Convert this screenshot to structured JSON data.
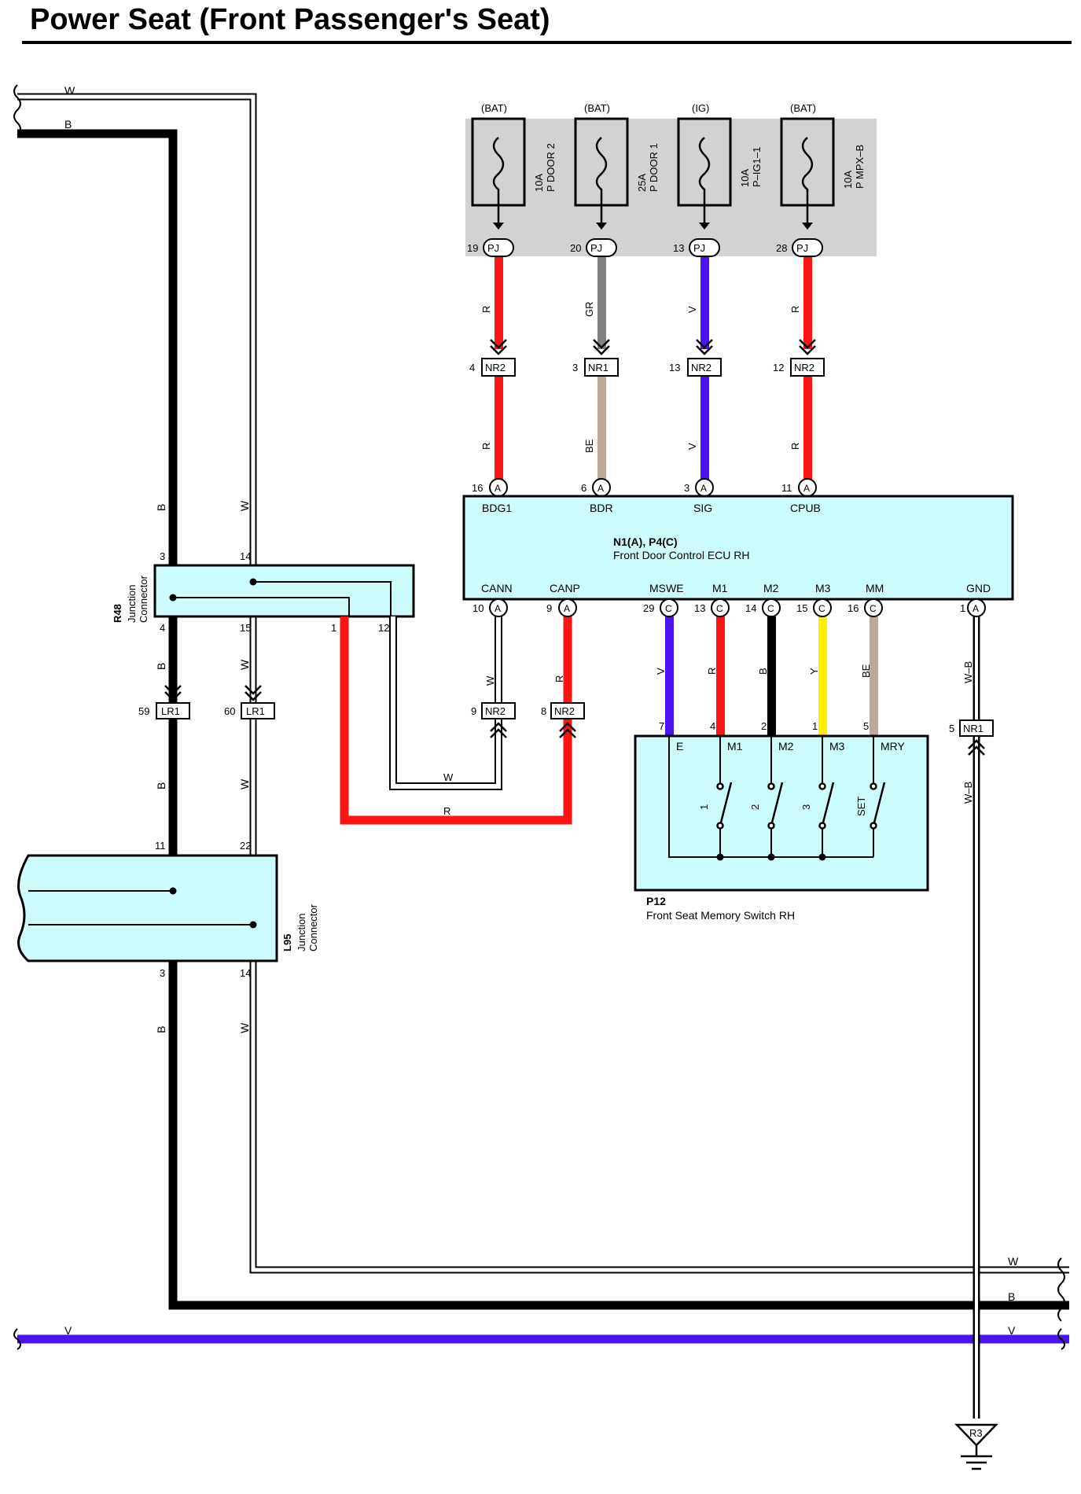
{
  "title": "Power Seat (Front Passenger's Seat)",
  "colors": {
    "red": "#ff1414",
    "gray": "#808080",
    "violet": "#4a14f0",
    "beige": "#bca99a",
    "yellow": "#ffee00",
    "black": "#000000",
    "connector_fill": "#ccfcfc",
    "fuse_box_fill": "#d2d2d2"
  },
  "icons": [
    "fuse-icon",
    "ground-icon",
    "wire-break-icon",
    "switch-icon",
    "splice-dot-icon"
  ],
  "fuses": [
    {
      "source": "(BAT)",
      "rating": "10A",
      "name": "P DOOR 2",
      "pin": "19",
      "conn": "PJ"
    },
    {
      "source": "(BAT)",
      "rating": "25A",
      "name": "P DOOR 1",
      "pin": "20",
      "conn": "PJ"
    },
    {
      "source": "(IG)",
      "rating": "10A",
      "name": "P–IG1–1",
      "pin": "13",
      "conn": "PJ"
    },
    {
      "source": "(BAT)",
      "rating": "10A",
      "name": "P MPX–B",
      "pin": "28",
      "conn": "PJ"
    }
  ],
  "upper_wires": [
    {
      "upper_color": "R",
      "mid_pin": "4",
      "mid_conn": "NR2",
      "lower_color": "R",
      "ecu_pin": "16",
      "ecu_conn": "A",
      "ecu_label": "BDG1"
    },
    {
      "upper_color": "GR",
      "mid_pin": "3",
      "mid_conn": "NR1",
      "lower_color": "BE",
      "ecu_pin": "6",
      "ecu_conn": "A",
      "ecu_label": "BDR"
    },
    {
      "upper_color": "V",
      "mid_pin": "13",
      "mid_conn": "NR2",
      "lower_color": "V",
      "ecu_pin": "3",
      "ecu_conn": "A",
      "ecu_label": "SIG"
    },
    {
      "upper_color": "R",
      "mid_pin": "12",
      "mid_conn": "NR2",
      "lower_color": "R",
      "ecu_pin": "11",
      "ecu_conn": "A",
      "ecu_label": "CPUB"
    }
  ],
  "ecu": {
    "id": "N1(A), P4(C)",
    "name": "Front Door Control ECU RH",
    "bottom_pins": [
      {
        "label": "CANN",
        "pin": "10",
        "conn": "A"
      },
      {
        "label": "CANP",
        "pin": "9",
        "conn": "A"
      },
      {
        "label": "MSWE",
        "pin": "29",
        "conn": "C"
      },
      {
        "label": "M1",
        "pin": "13",
        "conn": "C"
      },
      {
        "label": "M2",
        "pin": "14",
        "conn": "C"
      },
      {
        "label": "M3",
        "pin": "15",
        "conn": "C"
      },
      {
        "label": "MM",
        "pin": "16",
        "conn": "C"
      },
      {
        "label": "GND",
        "pin": "1",
        "conn": "A"
      }
    ]
  },
  "memory_switch": {
    "id": "P12",
    "name": "Front Seat Memory Switch RH",
    "wires": [
      {
        "color": "V",
        "pin": "7",
        "label": "E"
      },
      {
        "color": "R",
        "pin": "4",
        "label": "M1"
      },
      {
        "color": "B",
        "pin": "2",
        "label": "M2"
      },
      {
        "color": "Y",
        "pin": "1",
        "label": "M3"
      },
      {
        "color": "BE",
        "pin": "5",
        "label": "MRY"
      }
    ],
    "switch_labels": [
      "1",
      "2",
      "3",
      "SET"
    ]
  },
  "can_wires": {
    "cann_color": "W",
    "cann_pin": "9",
    "cann_conn": "NR2",
    "cann_loop_label": "W",
    "canp_color": "R",
    "canp_pin": "8",
    "canp_conn": "NR2",
    "canp_loop_label": "R"
  },
  "gnd_wire": {
    "upper_color": "W–B",
    "pin": "5",
    "conn": "NR1",
    "lower_color": "W–B",
    "ground": "R3"
  },
  "r48": {
    "id": "R48",
    "line1": "Junction",
    "line2": "Connector",
    "pins_top": [
      "3",
      "14"
    ],
    "pins_bottom": [
      "4",
      "15",
      "1",
      "12"
    ]
  },
  "l95": {
    "id": "L95",
    "line1": "Junction",
    "line2": "Connector",
    "pins_top": [
      "11",
      "22"
    ],
    "pins_bottom": [
      "3",
      "14"
    ]
  },
  "left_wires": {
    "w_color": "W",
    "b_color": "B",
    "b_conn_pin": "59",
    "w_conn_pin": "60",
    "conn": "LR1",
    "b_labels": [
      "B",
      "B",
      "B",
      "B"
    ],
    "w_labels": [
      "W",
      "W",
      "W",
      "W"
    ]
  },
  "right_edge": {
    "w": "W",
    "b": "B",
    "v": "V"
  },
  "v_left_label": "V"
}
